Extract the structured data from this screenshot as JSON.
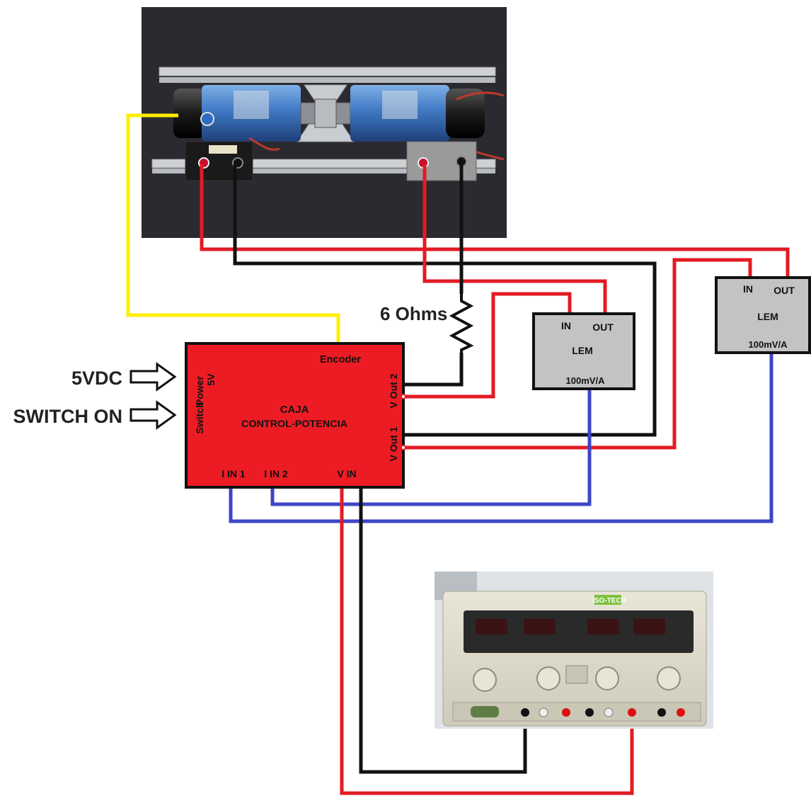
{
  "inputs": {
    "power_label": "5VDC",
    "switch_label": "SWITCH ON"
  },
  "resistor": {
    "label": "6 Ohms"
  },
  "control_box": {
    "title_line1": "CAJA",
    "title_line2": "CONTROL-POTENCIA",
    "encoder_label": "Encoder",
    "power_label": "Power",
    "voltage_label": "5V",
    "switch_label": "Switch",
    "vout2_label": "V Out 2",
    "vout1_label": "V Out 1",
    "iin1_label": "I IN 1",
    "iin2_label": "I IN 2",
    "vin_label": "V IN"
  },
  "lem_sensors": [
    {
      "in_label": "IN",
      "out_label": "OUT",
      "name": "LEM",
      "rating": "100mV/A"
    },
    {
      "in_label": "IN",
      "out_label": "OUT",
      "name": "LEM",
      "rating": "100mV/A"
    }
  ],
  "power_supply": {
    "brand": "ISO-TECH"
  },
  "colors": {
    "wire_red": "#e31b23",
    "wire_black": "#111111",
    "wire_yellow": "#ffee00",
    "wire_blue": "#3d45c8",
    "box_fill": "#ed1c24",
    "lem_fill": "#c3c3c3",
    "photo_bg": "#2a2a30",
    "motor_blue": "#3f79c4",
    "psu_body": "#d9d6c8"
  }
}
